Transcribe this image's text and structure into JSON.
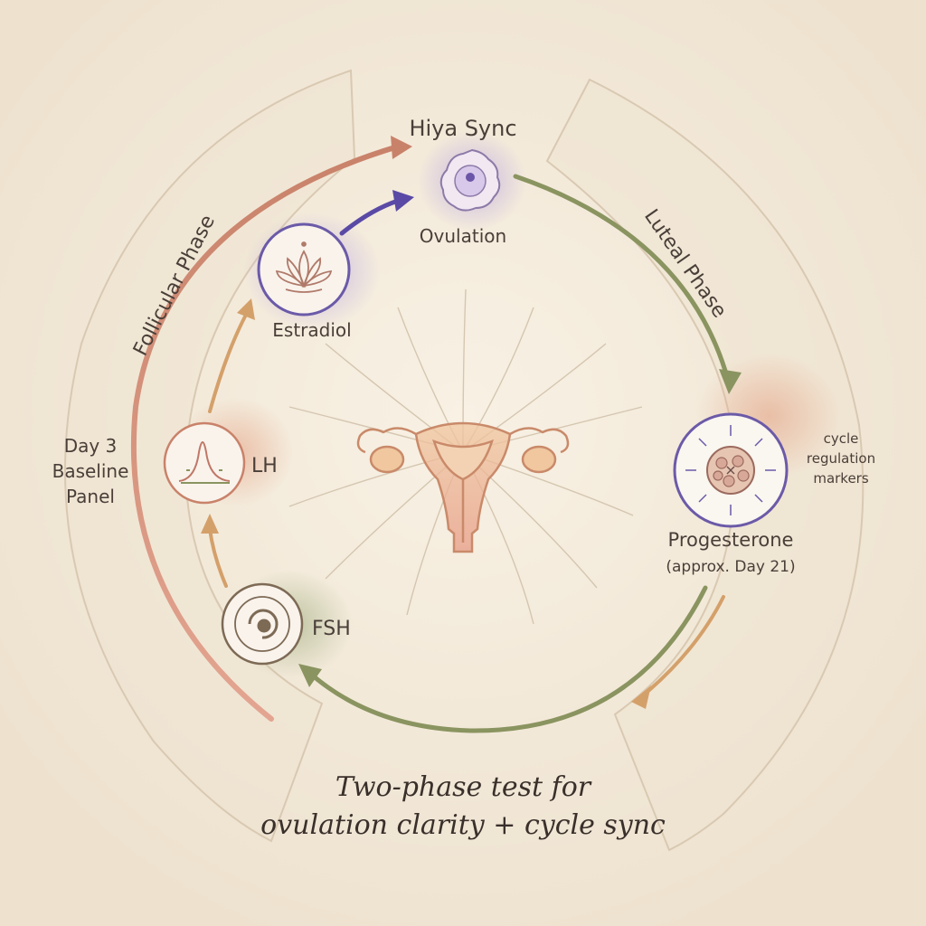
{
  "diagram": {
    "top_label": "Hiya Sync",
    "nodes": {
      "ovulation": {
        "label": "Ovulation",
        "icon": "ovum-icon"
      },
      "estradiol": {
        "label": "Estradiol",
        "icon": "lotus-icon"
      },
      "lh": {
        "label": "LH",
        "icon": "peak-curve-icon"
      },
      "fsh": {
        "label": "FSH",
        "icon": "follicle-icon"
      },
      "progesterone": {
        "label": "Progesterone",
        "sublabel": "(approx. Day 21)",
        "icon": "corpus-luteum-icon"
      }
    },
    "phases": {
      "follicular": "Follicular Phase",
      "luteal": "Luteal Phase"
    },
    "baseline_panel": [
      "Day 3",
      "Baseline",
      "Panel"
    ],
    "side_note": [
      "cycle",
      "regulation",
      "markers"
    ],
    "caption": [
      "Two-phase test for",
      "ovulation clarity + cycle sync"
    ],
    "center_icon": "uterus-icon"
  },
  "colors": {
    "background": "#f3eadb",
    "follicular_arrow": "#c9826a",
    "luteal_arrow": "#8a9460",
    "ovulation_arrow": "#5a4aa6",
    "step_arrow": "#d4a06a",
    "lavender_glow": "#b9a6e0",
    "peach_glow": "#e6ad92",
    "sage_glow": "#a8b48a",
    "ink": "#4a3f38"
  }
}
